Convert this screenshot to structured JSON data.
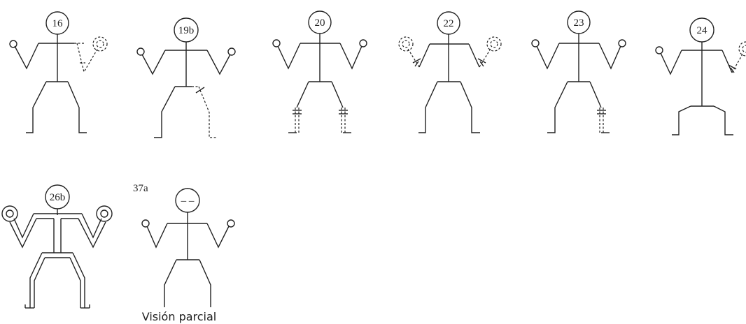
{
  "figures": [
    {
      "id": "16",
      "label": "16"
    },
    {
      "id": "19b",
      "label": "19b"
    },
    {
      "id": "20",
      "label": "20"
    },
    {
      "id": "22",
      "label": "22"
    },
    {
      "id": "23",
      "label": "23"
    },
    {
      "id": "24",
      "label": "24"
    },
    {
      "id": "26b",
      "label": "26b"
    },
    {
      "id": "37a",
      "label": "37a",
      "head_text": "– –",
      "caption": "Visión parcial"
    }
  ],
  "colors": {
    "stroke": "#222222",
    "background": "#ffffff"
  }
}
